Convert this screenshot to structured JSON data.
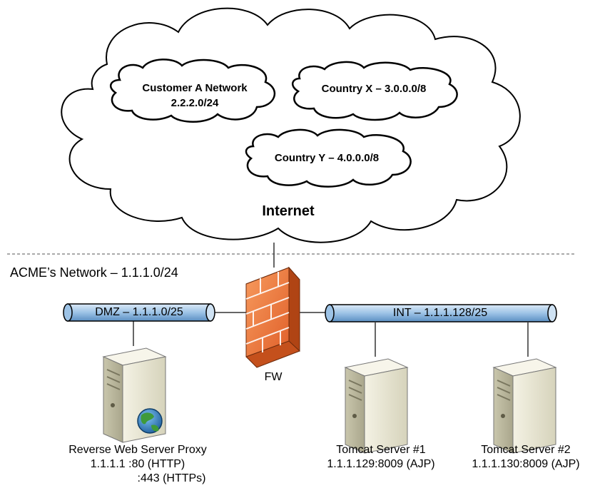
{
  "internet": {
    "label": "Internet",
    "clouds": [
      {
        "line1": "Customer A Network",
        "line2": "2.2.2.0/24"
      },
      {
        "line1": "Country X – 3.0.0.0/8"
      },
      {
        "line1": "Country Y – 4.0.0.0/8"
      }
    ]
  },
  "network": {
    "label": "ACME’s Network – 1.1.1.0/24"
  },
  "segments": {
    "dmz": "DMZ – 1.1.1.0/25",
    "int": "INT – 1.1.1.128/25"
  },
  "firewall": {
    "label": "FW"
  },
  "servers": [
    {
      "name": "Reverse Web Server Proxy",
      "line2": "1.1.1.1 :80 (HTTP)",
      "line3": ":443 (HTTPs)"
    },
    {
      "name": "Tomcat Server #1",
      "line2": "1.1.1.129:8009 (AJP)"
    },
    {
      "name": "Tomcat Server #2",
      "line2": "1.1.1.130:8009 (AJP)"
    }
  ],
  "colors": {
    "pipe": "#9dc3e6",
    "firewall": "#f07a3a",
    "server": "#e8e6d0"
  }
}
